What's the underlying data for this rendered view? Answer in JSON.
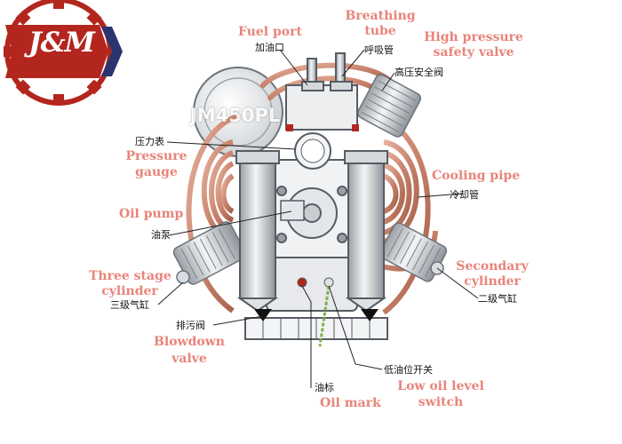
{
  "logo": {
    "text": "J&M",
    "colors": {
      "red": "#b3261e",
      "navy": "#2a3570"
    }
  },
  "model_text": "JM450PL",
  "labels": {
    "fuel_port": {
      "en": "Fuel port",
      "cn": "加油口"
    },
    "breathing_tube": {
      "en_line1": "Breathing",
      "en_line2": "tube",
      "cn": "呼吸管"
    },
    "hp_safety_valve": {
      "en_line1": "High pressure",
      "en_line2": "safety valve",
      "cn": "高压安全阀"
    },
    "pressure_gauge": {
      "cn": "压力表",
      "en_line1": "Pressure",
      "en_line2": "gauge"
    },
    "cooling_pipe": {
      "en": "Cooling pipe",
      "cn": "冷却管"
    },
    "oil_pump": {
      "en": "Oil pump",
      "cn": "油泵"
    },
    "three_stage_cylinder": {
      "en_line1": "Three stage",
      "en_line2": "cylinder",
      "cn": "三级气缸"
    },
    "secondary_cylinder": {
      "en_line1": "Secondary",
      "en_line2": "cylinder",
      "cn": "二级气缸"
    },
    "blowdown_valve": {
      "cn": "排污阀",
      "en_line1": "Blowdown",
      "en_line2": "valve"
    },
    "low_oil_switch": {
      "cn": "低油位开关",
      "en_line1": "Low oil level",
      "en_line2": "switch"
    },
    "oil_mark": {
      "cn": "油标",
      "en": "Oil mark"
    }
  },
  "colors": {
    "label_en": "#e8847a",
    "label_cn": "#111111",
    "copper": "#c9826b",
    "highlight": "#ffffff"
  }
}
